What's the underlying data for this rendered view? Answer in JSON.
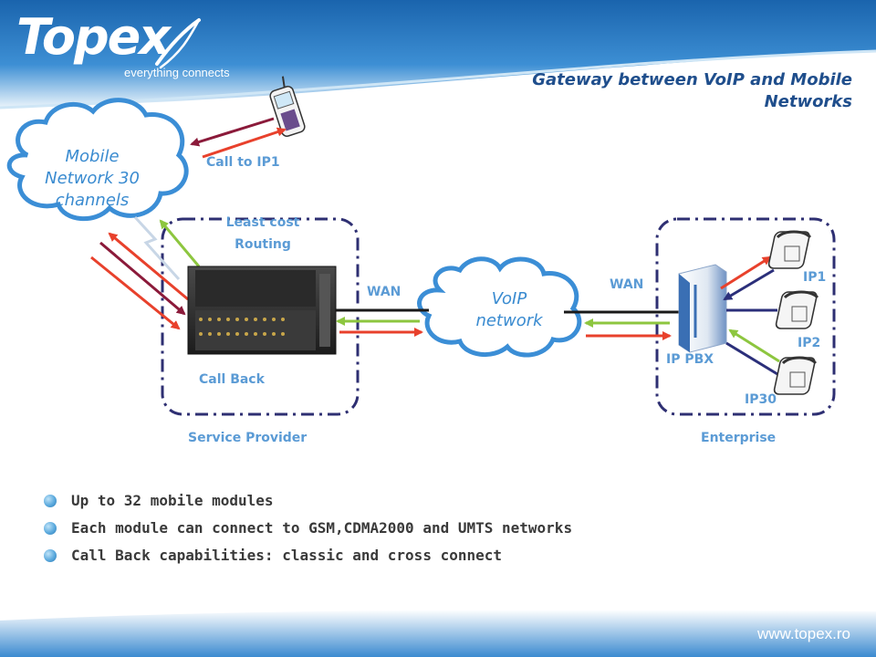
{
  "brand": {
    "logo_text": "Topex",
    "tagline": "everything connects",
    "website": "www.topex.ro"
  },
  "slide": {
    "title": "Gateway between VoIP and Mobile Networks"
  },
  "diagram": {
    "mobile_cloud_label": "Mobile Network 30 channels",
    "voip_cloud_label": "VoIP network",
    "call_to_label": "Call to IP1",
    "lcr_label": "Least cost Routing",
    "call_back_label": "Call Back",
    "wan_left_label": "WAN",
    "wan_right_label": "WAN",
    "pbx_label": "IP PBX",
    "ip1_label": "IP1",
    "ip2_label": "IP2",
    "ip30_label": "IP30",
    "service_provider_label": "Service Provider",
    "enterprise_label": "Enterprise"
  },
  "bullets": [
    "Up to 32 mobile modules",
    "Each module can connect to GSM,CDMA2000 and UMTS networks",
    "Call Back capabilities: classic and cross connect"
  ],
  "colors": {
    "header_blue": "#1f6fb6",
    "label_blue": "#5b9bd5",
    "title_blue": "#1f4e8c",
    "arrow_red": "#e8412c",
    "arrow_darkred": "#8b1a3a",
    "arrow_green": "#8dc63f",
    "arrow_navy": "#2b2f7a"
  }
}
